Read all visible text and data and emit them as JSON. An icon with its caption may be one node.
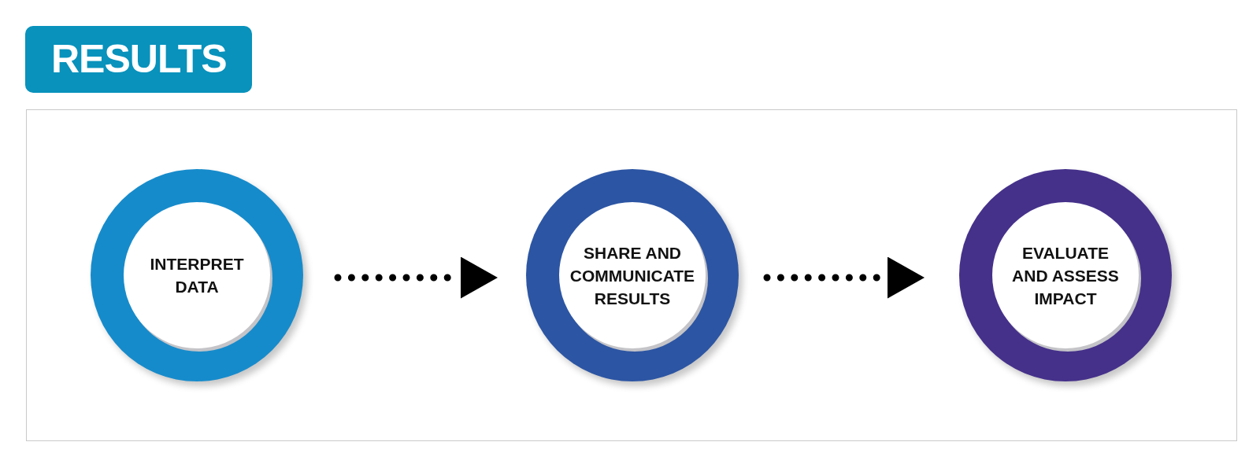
{
  "diagram": {
    "title": "RESULTS",
    "nodes": [
      {
        "text": [
          "INTERPRET DATA"
        ]
      },
      {
        "text": [
          "SHARE AND COMMUNICATE RESULTS"
        ]
      },
      {
        "text": [
          "EVALUATE AND ASSESS IMPACT"
        ]
      }
    ],
    "edges": [
      {
        "from": 0,
        "to": 1,
        "arrow": "to"
      },
      {
        "from": 1,
        "to": 2,
        "arrow": "to"
      }
    ]
  }
}
